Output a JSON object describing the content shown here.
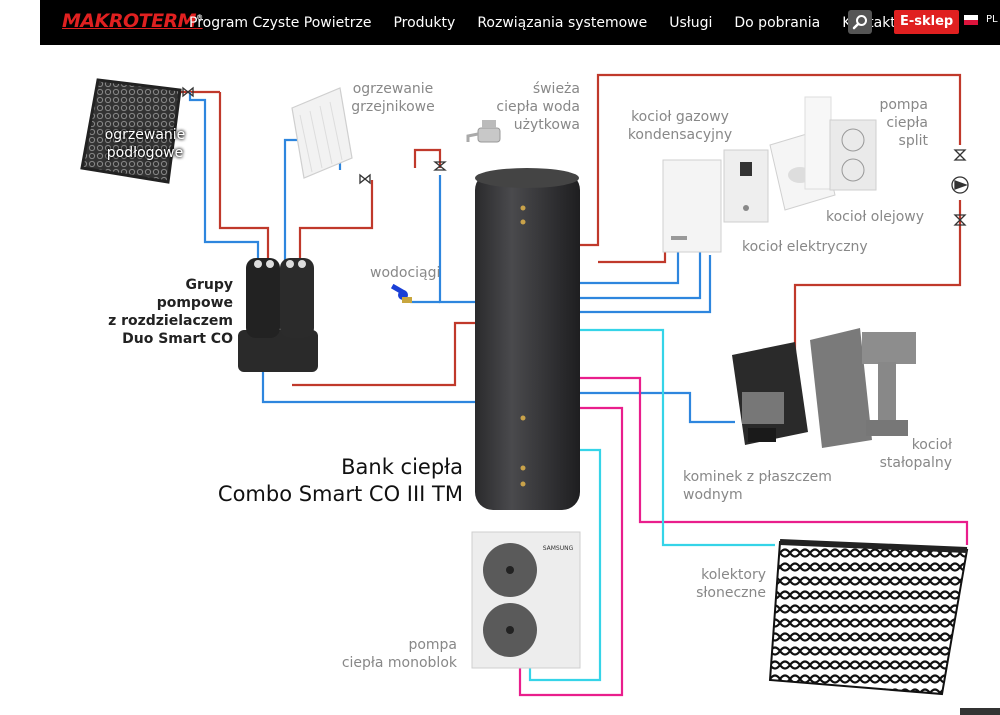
{
  "header": {
    "logo_text": "MAKROTERM",
    "logo_reg": "®",
    "nav": [
      {
        "label": "Program Czyste Powietrze"
      },
      {
        "label": "Produkty"
      },
      {
        "label": "Rozwiązania systemowe"
      },
      {
        "label": "Usługi"
      },
      {
        "label": "Do pobrania"
      },
      {
        "label": "Kontakt"
      }
    ],
    "search_icon": "search-icon",
    "eshop_label": "E-sklep",
    "lang": "PL"
  },
  "colors": {
    "hot": "#c0392b",
    "cold": "#2e86de",
    "solar_supply": "#e91e8c",
    "solar_return": "#35d4e8",
    "tank": "#3a3a3c"
  },
  "labels": {
    "floor_heating": "ogrzewanie podłogowe",
    "radiator_heating_1": "ogrzewanie",
    "radiator_heating_2": "grzejnikowe",
    "hot_water_1": "świeża",
    "hot_water_2": "ciepła woda",
    "hot_water_3": "użytkowa",
    "gas_boiler_1": "kocioł gazowy",
    "gas_boiler_2": "kondensacyjny",
    "heat_pump_split_1": "pompa",
    "heat_pump_split_2": "ciepła",
    "heat_pump_split_3": "split",
    "oil_boiler": "kocioł olejowy",
    "electric_boiler": "kocioł elektryczny",
    "water_supply": "wodociągi",
    "pump_groups_1": "Grupy pompowe",
    "pump_groups_2": "z rozdzielaczem",
    "pump_groups_3": "Duo Smart CO",
    "heat_bank_1": "Bank ciepła",
    "heat_bank_2": "Combo Smart CO III TM",
    "fireplace_1": "kominek z płaszczem",
    "fireplace_2": "wodnym",
    "solid_fuel_1": "kocioł",
    "solid_fuel_2": "stałopalny",
    "solar_1": "kolektory",
    "solar_2": "słoneczne",
    "monoblock_1": "pompa",
    "monoblock_2": "ciepła monoblok",
    "heat_pump_brand": "SAMSUNG"
  }
}
